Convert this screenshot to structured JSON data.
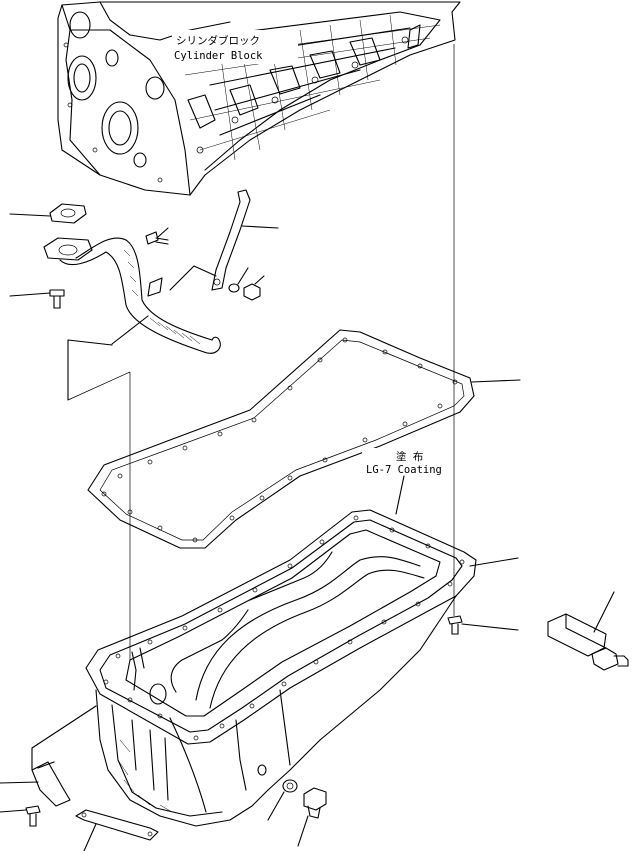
{
  "labels": {
    "cylinder_block_jp": "シリンダブロック",
    "cylinder_block_en": "Cylinder Block",
    "coating_jp": "塗 布",
    "coating_en": "LG-7 Coating"
  }
}
